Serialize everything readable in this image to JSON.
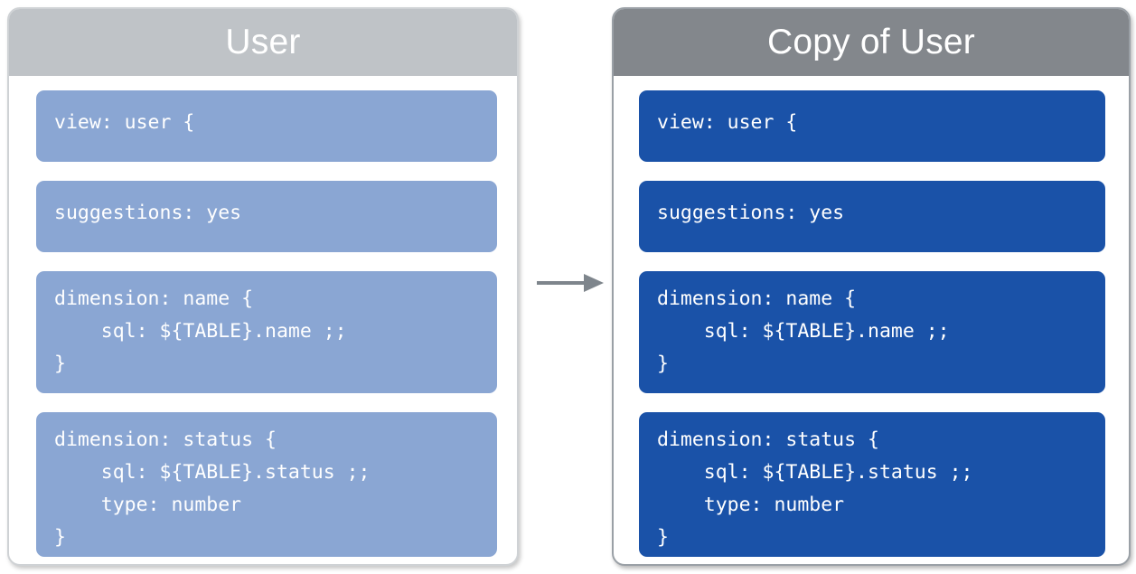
{
  "diagram": {
    "title_left": "User",
    "title_right": "Copy of User",
    "arrow_icon": "arrow-right-icon",
    "colors": {
      "header_left": "#BFC3C7",
      "header_right": "#83878C",
      "code_left": "#8AA6D3",
      "code_right": "#1A52A8",
      "code_text": "#FFFFFF",
      "arrow": "#7E858C",
      "panel_background": "#FFFFFF"
    }
  },
  "panels": [
    {
      "id": "source",
      "title": "User",
      "blocks": [
        {
          "id": "view",
          "code": "view: user {"
        },
        {
          "id": "suggestions",
          "code": "suggestions: yes"
        },
        {
          "id": "dimension-name",
          "code": "dimension: name {\n    sql: ${TABLE}.name ;;\n}"
        },
        {
          "id": "dimension-status",
          "code": "dimension: status {\n    sql: ${TABLE}.status ;;\n    type: number\n}"
        }
      ]
    },
    {
      "id": "copy",
      "title": "Copy of User",
      "blocks": [
        {
          "id": "view",
          "code": "view: user {"
        },
        {
          "id": "suggestions",
          "code": "suggestions: yes"
        },
        {
          "id": "dimension-name",
          "code": "dimension: name {\n    sql: ${TABLE}.name ;;\n}"
        },
        {
          "id": "dimension-status",
          "code": "dimension: status {\n    sql: ${TABLE}.status ;;\n    type: number\n}"
        }
      ]
    }
  ]
}
